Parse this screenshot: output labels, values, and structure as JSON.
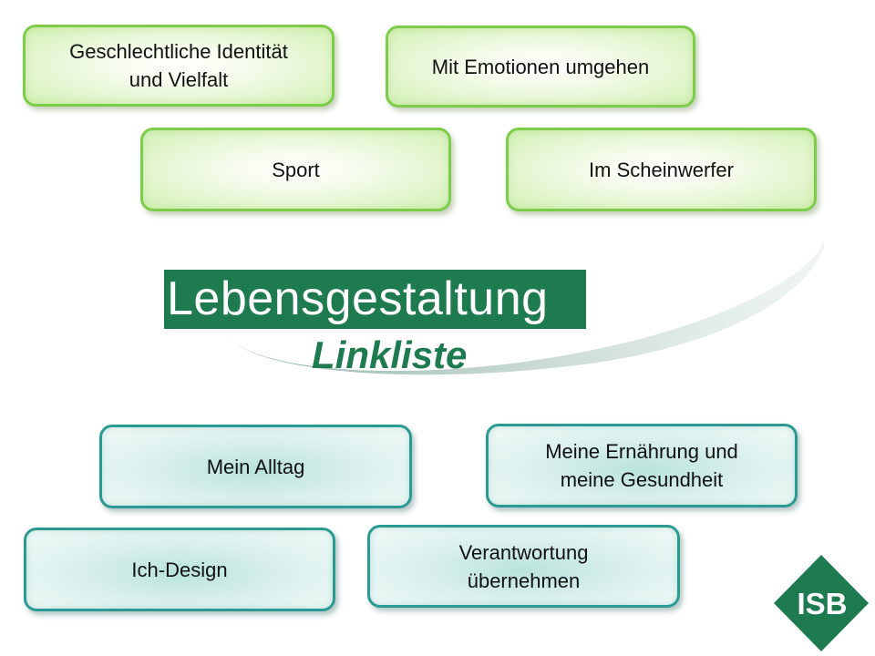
{
  "title": "Lebensgestaltung",
  "subtitle": "Linkliste",
  "logo": {
    "text": "ISB",
    "color": "#1e7a4f"
  },
  "colors": {
    "green_border": "#7dcc4a",
    "teal_border": "#2a9a93",
    "title_bg": "#1e7a4f"
  },
  "topics_green": [
    "Geschlechtliche Identität\nund Vielfalt",
    "Mit Emotionen umgehen",
    "Sport",
    "Im Scheinwerfer"
  ],
  "topics_teal": [
    "Mein Alltag",
    "Meine Ernährung und\nmeine Gesundheit",
    "Ich-Design",
    "Verantwortung\nübernehmen"
  ]
}
